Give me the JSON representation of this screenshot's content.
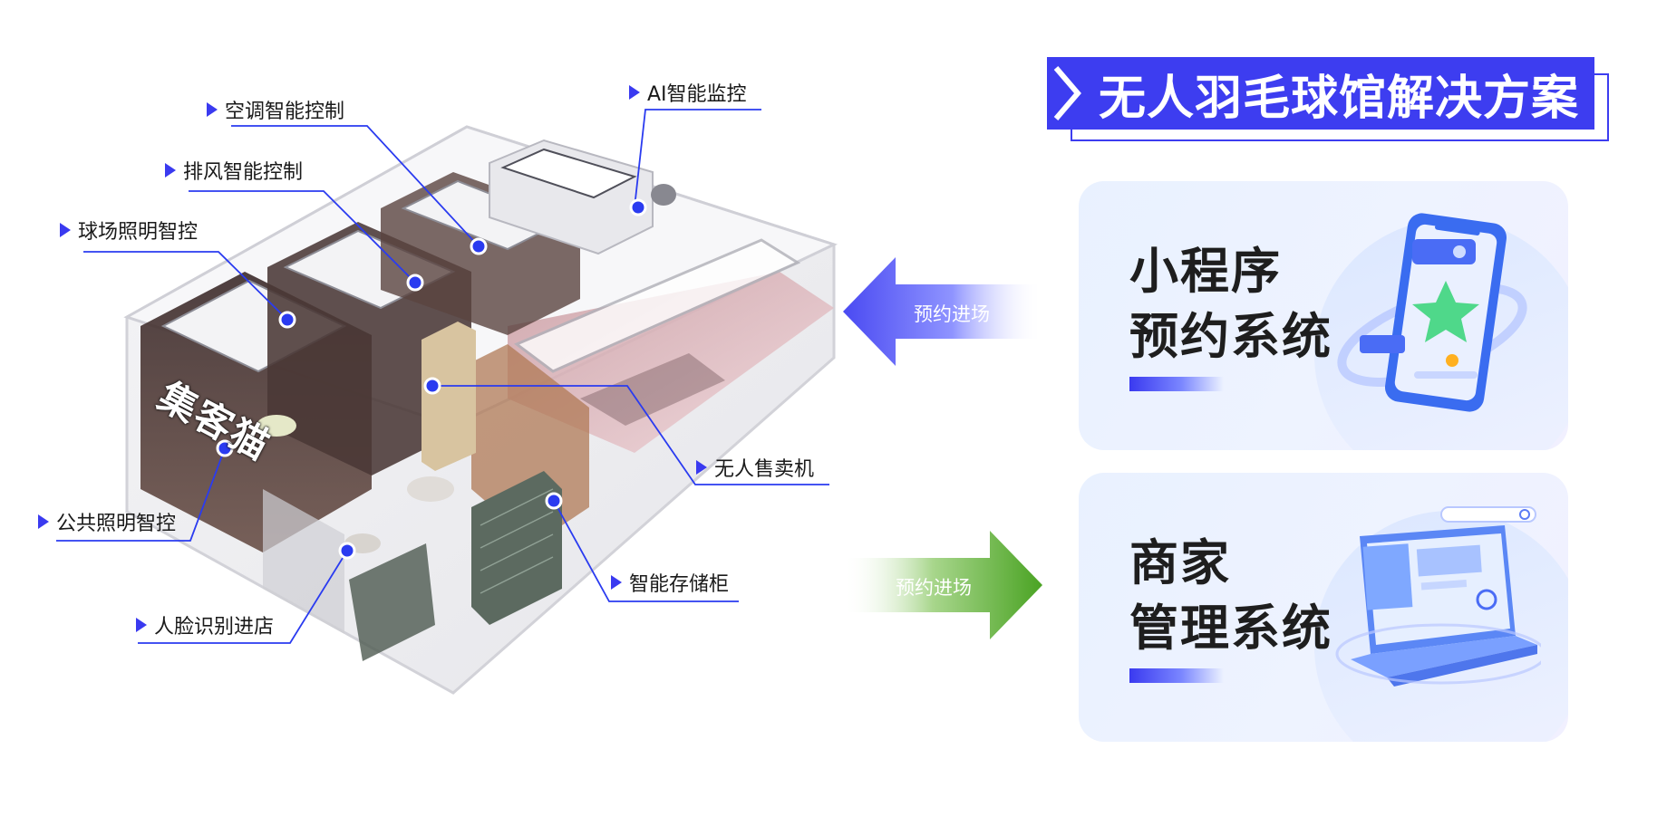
{
  "title": "无人羽毛球馆解决方案",
  "brand_sign": "集客猫",
  "callouts": {
    "ac": "空调智能控制",
    "exhaust": "排风智能控制",
    "court_light": "球场照明智控",
    "ai_monitor": "AI智能监控",
    "vending": "无人售卖机",
    "public_light": "公共照明智控",
    "storage": "智能存储柜",
    "face": "人脸识别进店"
  },
  "arrows": {
    "left_label": "预约进场",
    "right_label": "预约进场"
  },
  "cards": {
    "mini": {
      "line1": "小程序",
      "line2": "预约系统"
    },
    "merchant": {
      "line1": "商家",
      "line2": "管理系统"
    }
  },
  "colors": {
    "accent": "#3d3df0",
    "arrow_blue": "#4a4af2",
    "arrow_green": "#4aa323",
    "dot": "#2a3bf0"
  },
  "icons": {
    "mini_art": "smartphone-star-icon",
    "merchant_art": "laptop-dashboard-icon"
  }
}
